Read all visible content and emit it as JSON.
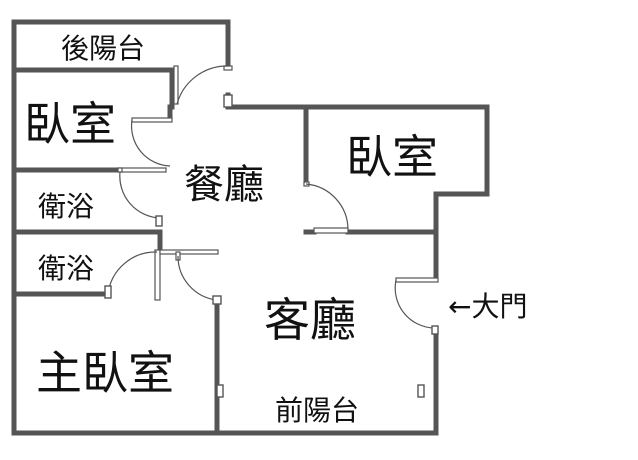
{
  "floor_plan": {
    "rooms": {
      "rear_balcony": "後陽台",
      "bedroom_top_left": "臥室",
      "dining_room": "餐廳",
      "bedroom_right": "臥室",
      "bathroom_upper": "衛浴",
      "bathroom_lower": "衛浴",
      "living_room": "客廳",
      "master_bedroom": "主臥室",
      "front_balcony": "前陽台"
    },
    "entrance_label": "←大門"
  }
}
